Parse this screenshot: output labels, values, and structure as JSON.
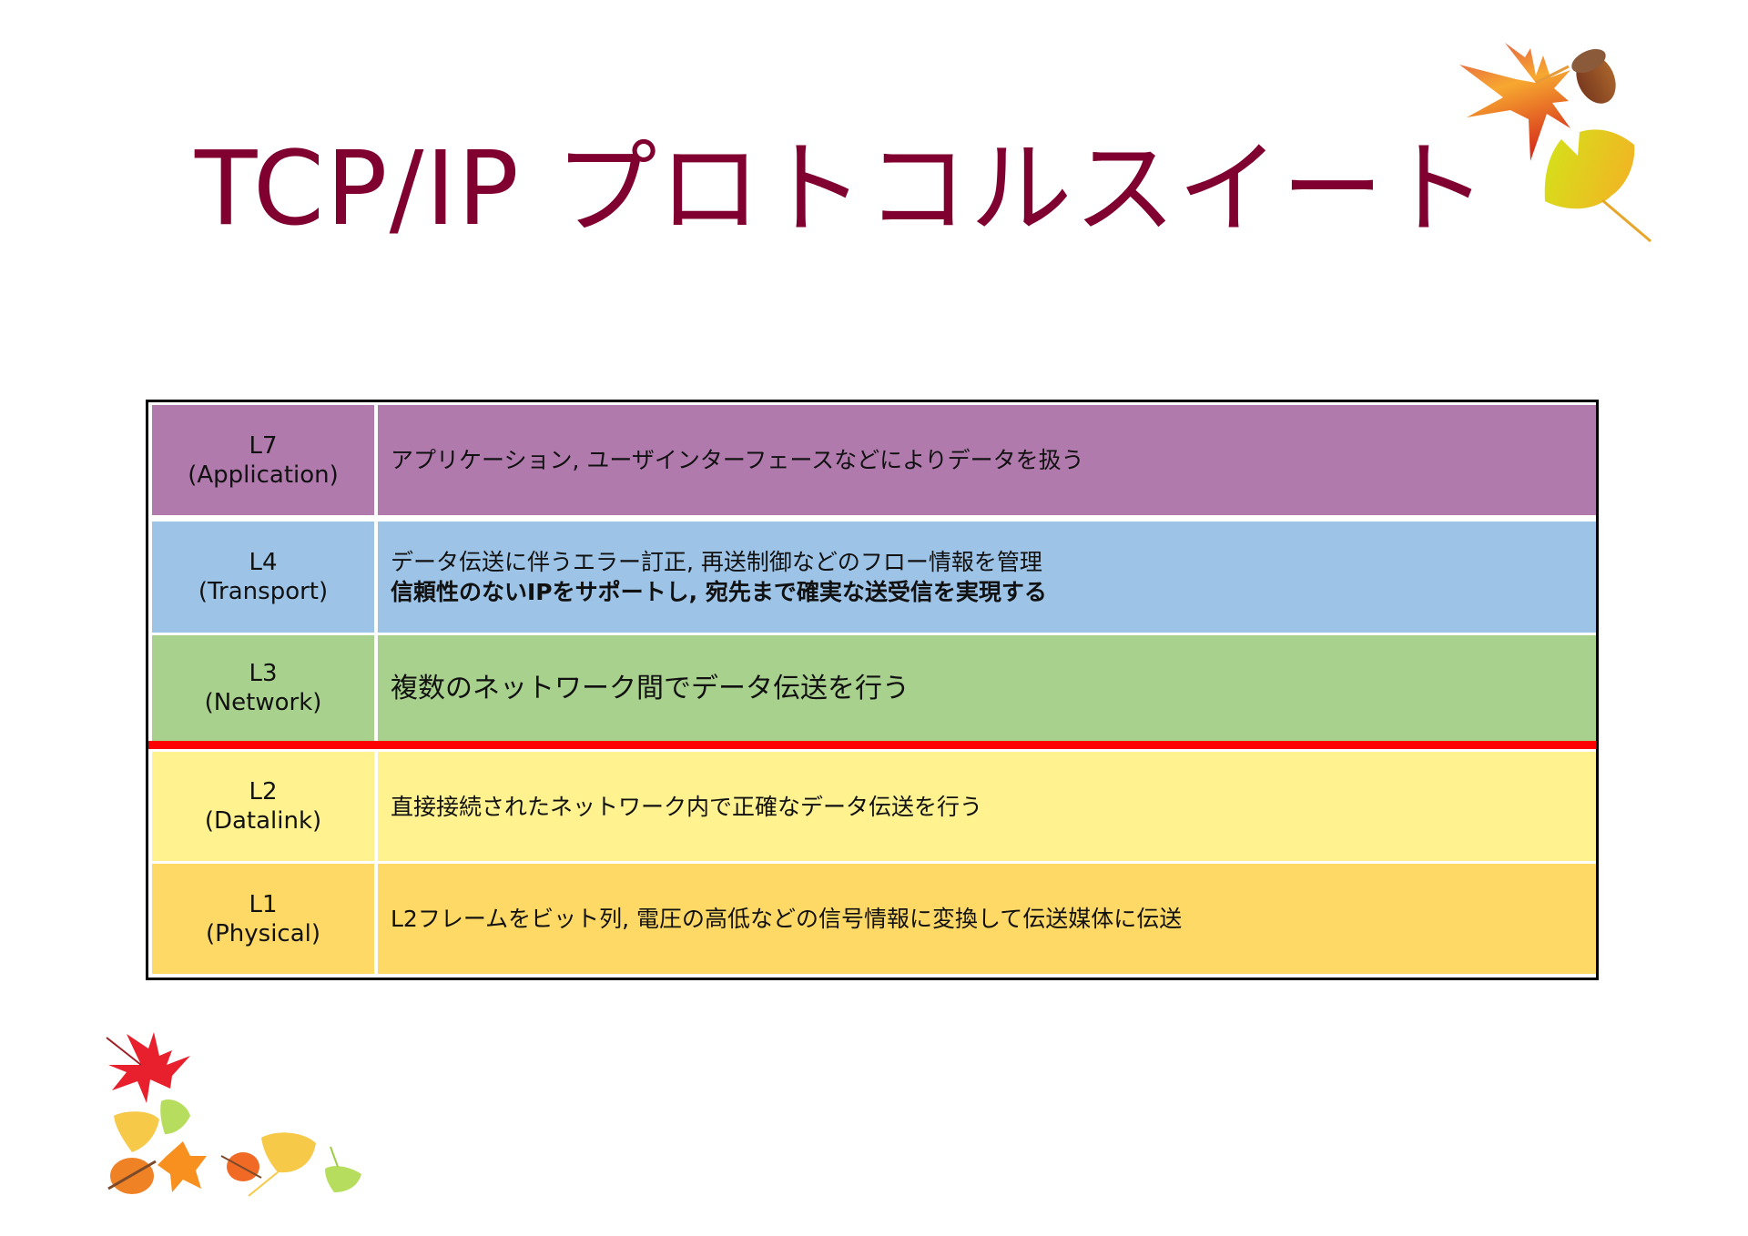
{
  "slide": {
    "title": "TCP/IP プロトコルスイート",
    "title_color": "#800030"
  },
  "table": {
    "border_color": "#000000",
    "divider_color": "#ff0000",
    "rows": [
      {
        "layer": "L7",
        "name": "(Application)",
        "description": [
          "アプリケーション, ユーザインターフェースなどによりデータを扱う"
        ],
        "color": "#b07aad"
      },
      {
        "layer": "L4",
        "name": "(Transport)",
        "description": [
          "データ伝送に伴うエラー訂正, 再送制御などのフロー情報を管理",
          "信頼性のないIPをサポートし, 宛先まで確実な送受信を実現する"
        ],
        "color": "#9dc3e6"
      },
      {
        "layer": "L3",
        "name": "(Network)",
        "description": [
          "複数のネットワーク間でデータ伝送を行う"
        ],
        "color": "#a9d18e"
      },
      {
        "layer": "L2",
        "name": "(Datalink)",
        "description": [
          "直接接続されたネットワーク内で正確なデータ伝送を行う"
        ],
        "color": "#fff28f"
      },
      {
        "layer": "L1",
        "name": "(Physical)",
        "description": [
          "L2フレームをビット列, 電圧の高低などの信号情報に変換して伝送媒体に伝送"
        ],
        "color": "#ffd966"
      }
    ]
  },
  "decorations": {
    "top_right": [
      "maple-leaf-icon",
      "acorn-icon",
      "ginkgo-leaf-icon"
    ],
    "bottom_left": [
      "maple-leaf-icon",
      "ginkgo-leaf-icon",
      "autumn-leaf-icon"
    ]
  }
}
